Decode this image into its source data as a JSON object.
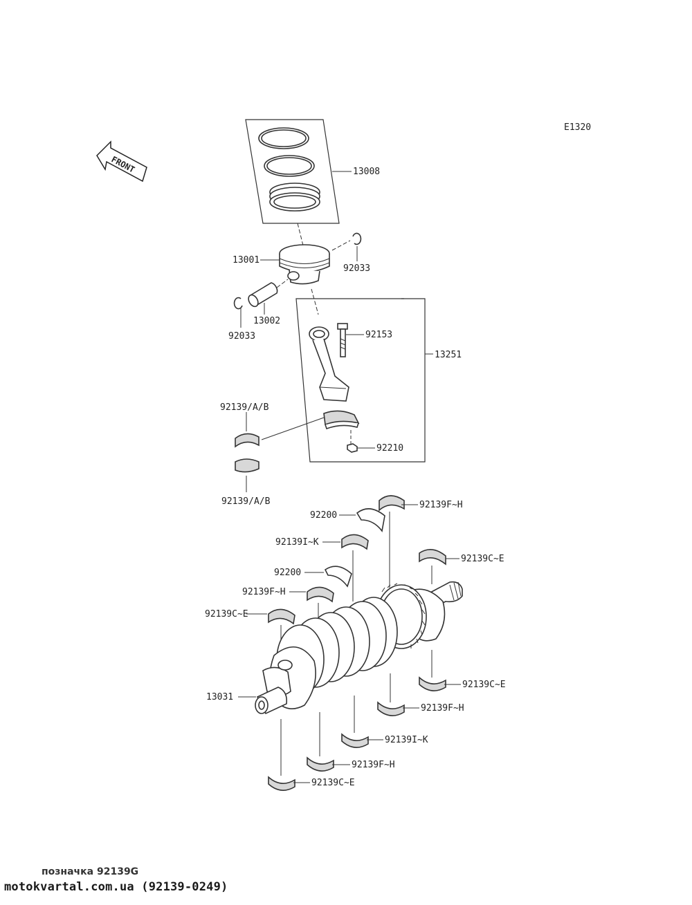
{
  "diagram": {
    "code": "E1320",
    "front_label": "FRONT",
    "labels": {
      "piston_rings": "13008",
      "piston": "13001",
      "circlip_right": "92033",
      "piston_pin": "13002",
      "circlip_left": "92033",
      "rod_bolt": "92153",
      "connecting_rod": "13251",
      "rod_bearing_upper": "92139/A/B",
      "rod_bearing_lower": "92139/A/B",
      "rod_nut": "92210",
      "crankshaft": "13031",
      "thrust_washer_1": "92200",
      "thrust_washer_2": "92200",
      "main_bearing_fh_top": "92139F~H",
      "main_bearing_ik_top": "92139I~K",
      "main_bearing_ce_top_right": "92139C~E",
      "main_bearing_fh_top_left": "92139F~H",
      "main_bearing_ce_top_left": "92139C~E",
      "main_bearing_ce_bottom_right": "92139C~E",
      "main_bearing_fh_bottom_right": "92139F~H",
      "main_bearing_ik_bottom": "92139I~K",
      "main_bearing_fh_bottom": "92139F~H",
      "main_bearing_ce_bottom": "92139C~E"
    }
  },
  "footer": {
    "caption": "позначка 92139G",
    "watermark": "motokvartal.com.ua (92139-0249)"
  }
}
